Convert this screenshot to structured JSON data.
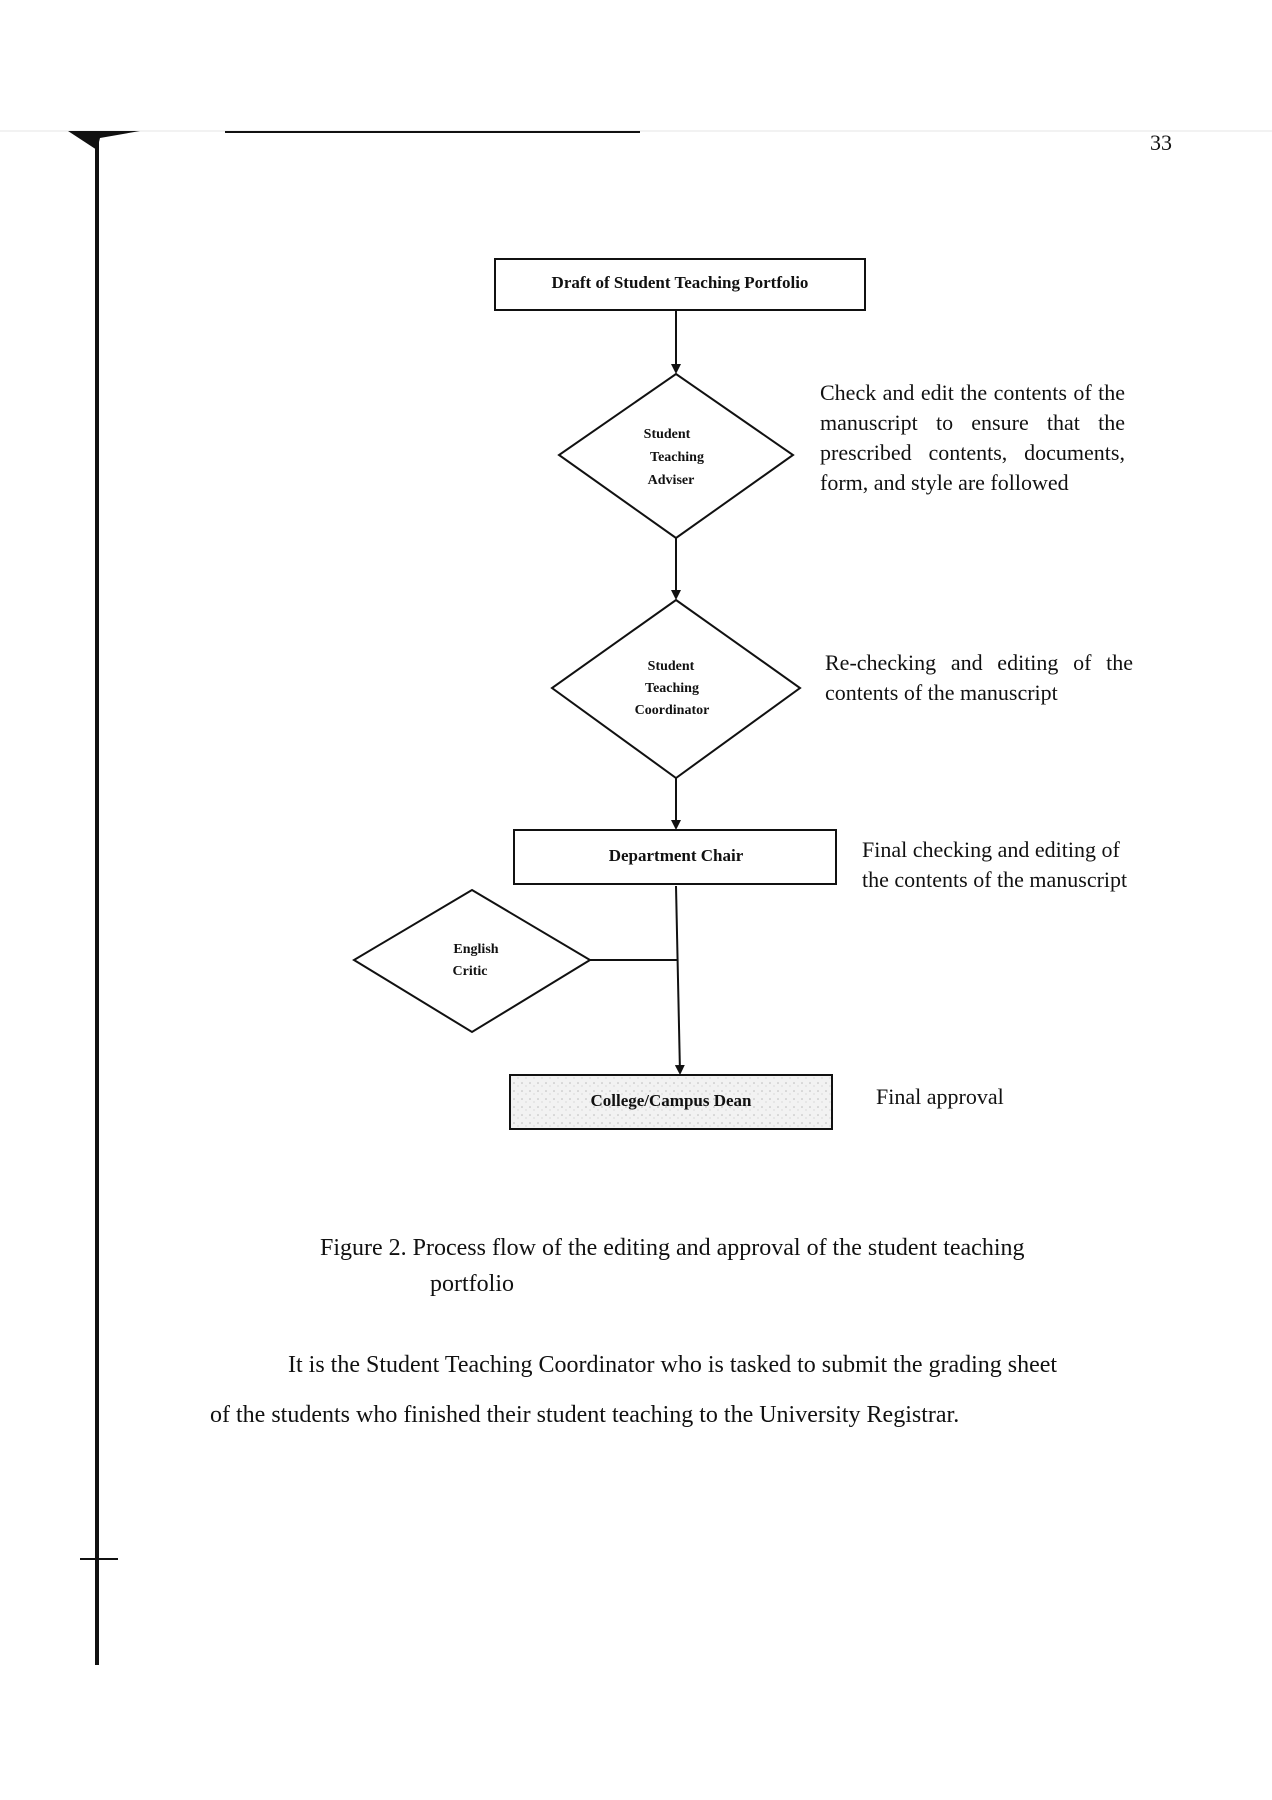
{
  "page_number": "33",
  "flowchart": {
    "nodes": [
      {
        "id": "draft",
        "shape": "rect",
        "lines": [
          "Draft of Student Teaching Portfolio"
        ]
      },
      {
        "id": "adviser",
        "shape": "diamond",
        "lines": [
          "Student",
          "Teaching",
          "Adviser"
        ]
      },
      {
        "id": "coordinator",
        "shape": "diamond",
        "lines": [
          "Student",
          "Teaching",
          "Coordinator"
        ]
      },
      {
        "id": "chair",
        "shape": "rect",
        "lines": [
          "Department Chair"
        ]
      },
      {
        "id": "critic",
        "shape": "diamond",
        "lines": [
          "English",
          "Critic"
        ]
      },
      {
        "id": "dean",
        "shape": "rect",
        "lines": [
          "College/Campus Dean"
        ]
      }
    ],
    "notes": {
      "adviser": "Check and edit the contents of the manuscript to ensure that the prescribed contents, documents, form, and style are followed",
      "coordinator": "Re-checking and editing of the contents of the manuscript",
      "chair_line1": "Final checking and editing of",
      "chair_line2": "the contents of the manuscript",
      "dean": "Final approval"
    }
  },
  "caption": {
    "line1": "Figure 2. Process flow of the editing and approval of the student teaching",
    "line2": "portfolio"
  },
  "body": {
    "line1": "It is the Student Teaching Coordinator who is tasked to submit the grading sheet",
    "line2": "of the students who finished their student teaching to the University Registrar."
  }
}
